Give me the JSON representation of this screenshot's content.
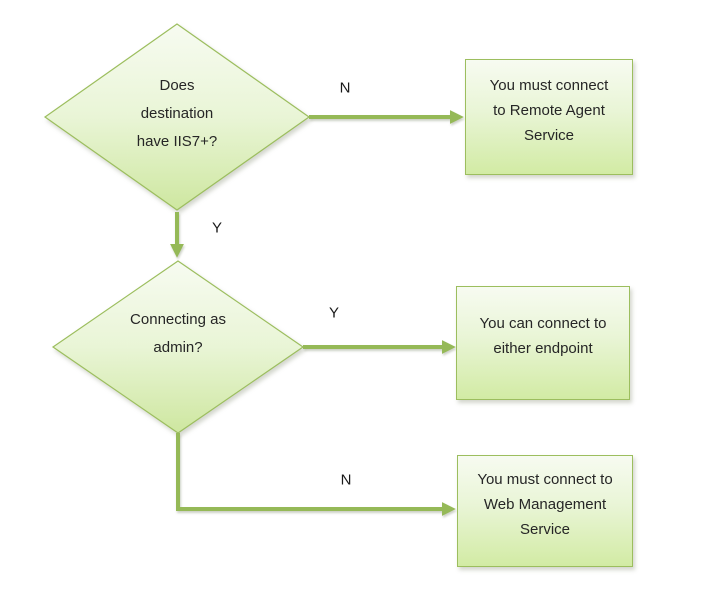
{
  "diagram": {
    "type": "flowchart",
    "background": "#ffffff",
    "colors": {
      "shape_fill_top": "#f7fbf1",
      "shape_fill_bottom": "#cee7a0",
      "shape_border": "#9cbe5e",
      "connector": "#95b957",
      "text": "#262626"
    },
    "decisions": {
      "iis7": {
        "lines": [
          "Does",
          "destination",
          "have IIS7+?"
        ]
      },
      "admin": {
        "lines": [
          "Connecting as",
          "admin?"
        ]
      }
    },
    "results": {
      "remote_agent": {
        "lines": [
          "You must connect",
          "to Remote Agent",
          "Service"
        ]
      },
      "either_endpoint": {
        "lines": [
          "You can connect to",
          "either endpoint"
        ]
      },
      "web_management": {
        "lines": [
          "You must connect to",
          "Web Management",
          "Service"
        ]
      }
    },
    "edge_labels": {
      "iis7_no": "N",
      "iis7_yes": "Y",
      "admin_yes": "Y",
      "admin_no": "N"
    }
  }
}
